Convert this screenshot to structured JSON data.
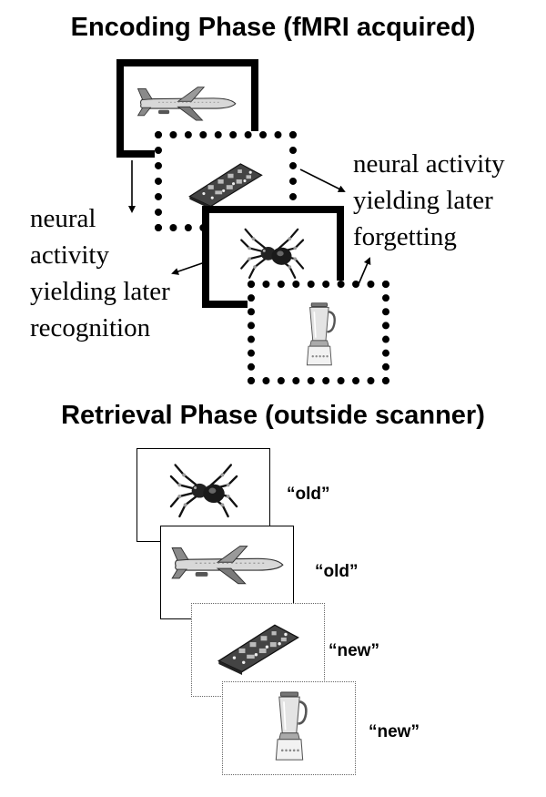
{
  "encoding": {
    "title": "Encoding Phase (fMRI acquired)",
    "label_recognition": [
      "neural",
      "activity",
      "yielding later",
      "recognition"
    ],
    "label_forgetting": [
      "neural activity",
      "yielding later",
      "forgetting"
    ],
    "items": [
      "airplane",
      "circuit board",
      "spider",
      "blender"
    ]
  },
  "retrieval": {
    "title": "Retrieval Phase (outside scanner)",
    "responses": [
      "“old”",
      "“old”",
      "“new”",
      "“new”"
    ],
    "items": [
      "spider",
      "airplane",
      "circuit board",
      "blender"
    ]
  }
}
